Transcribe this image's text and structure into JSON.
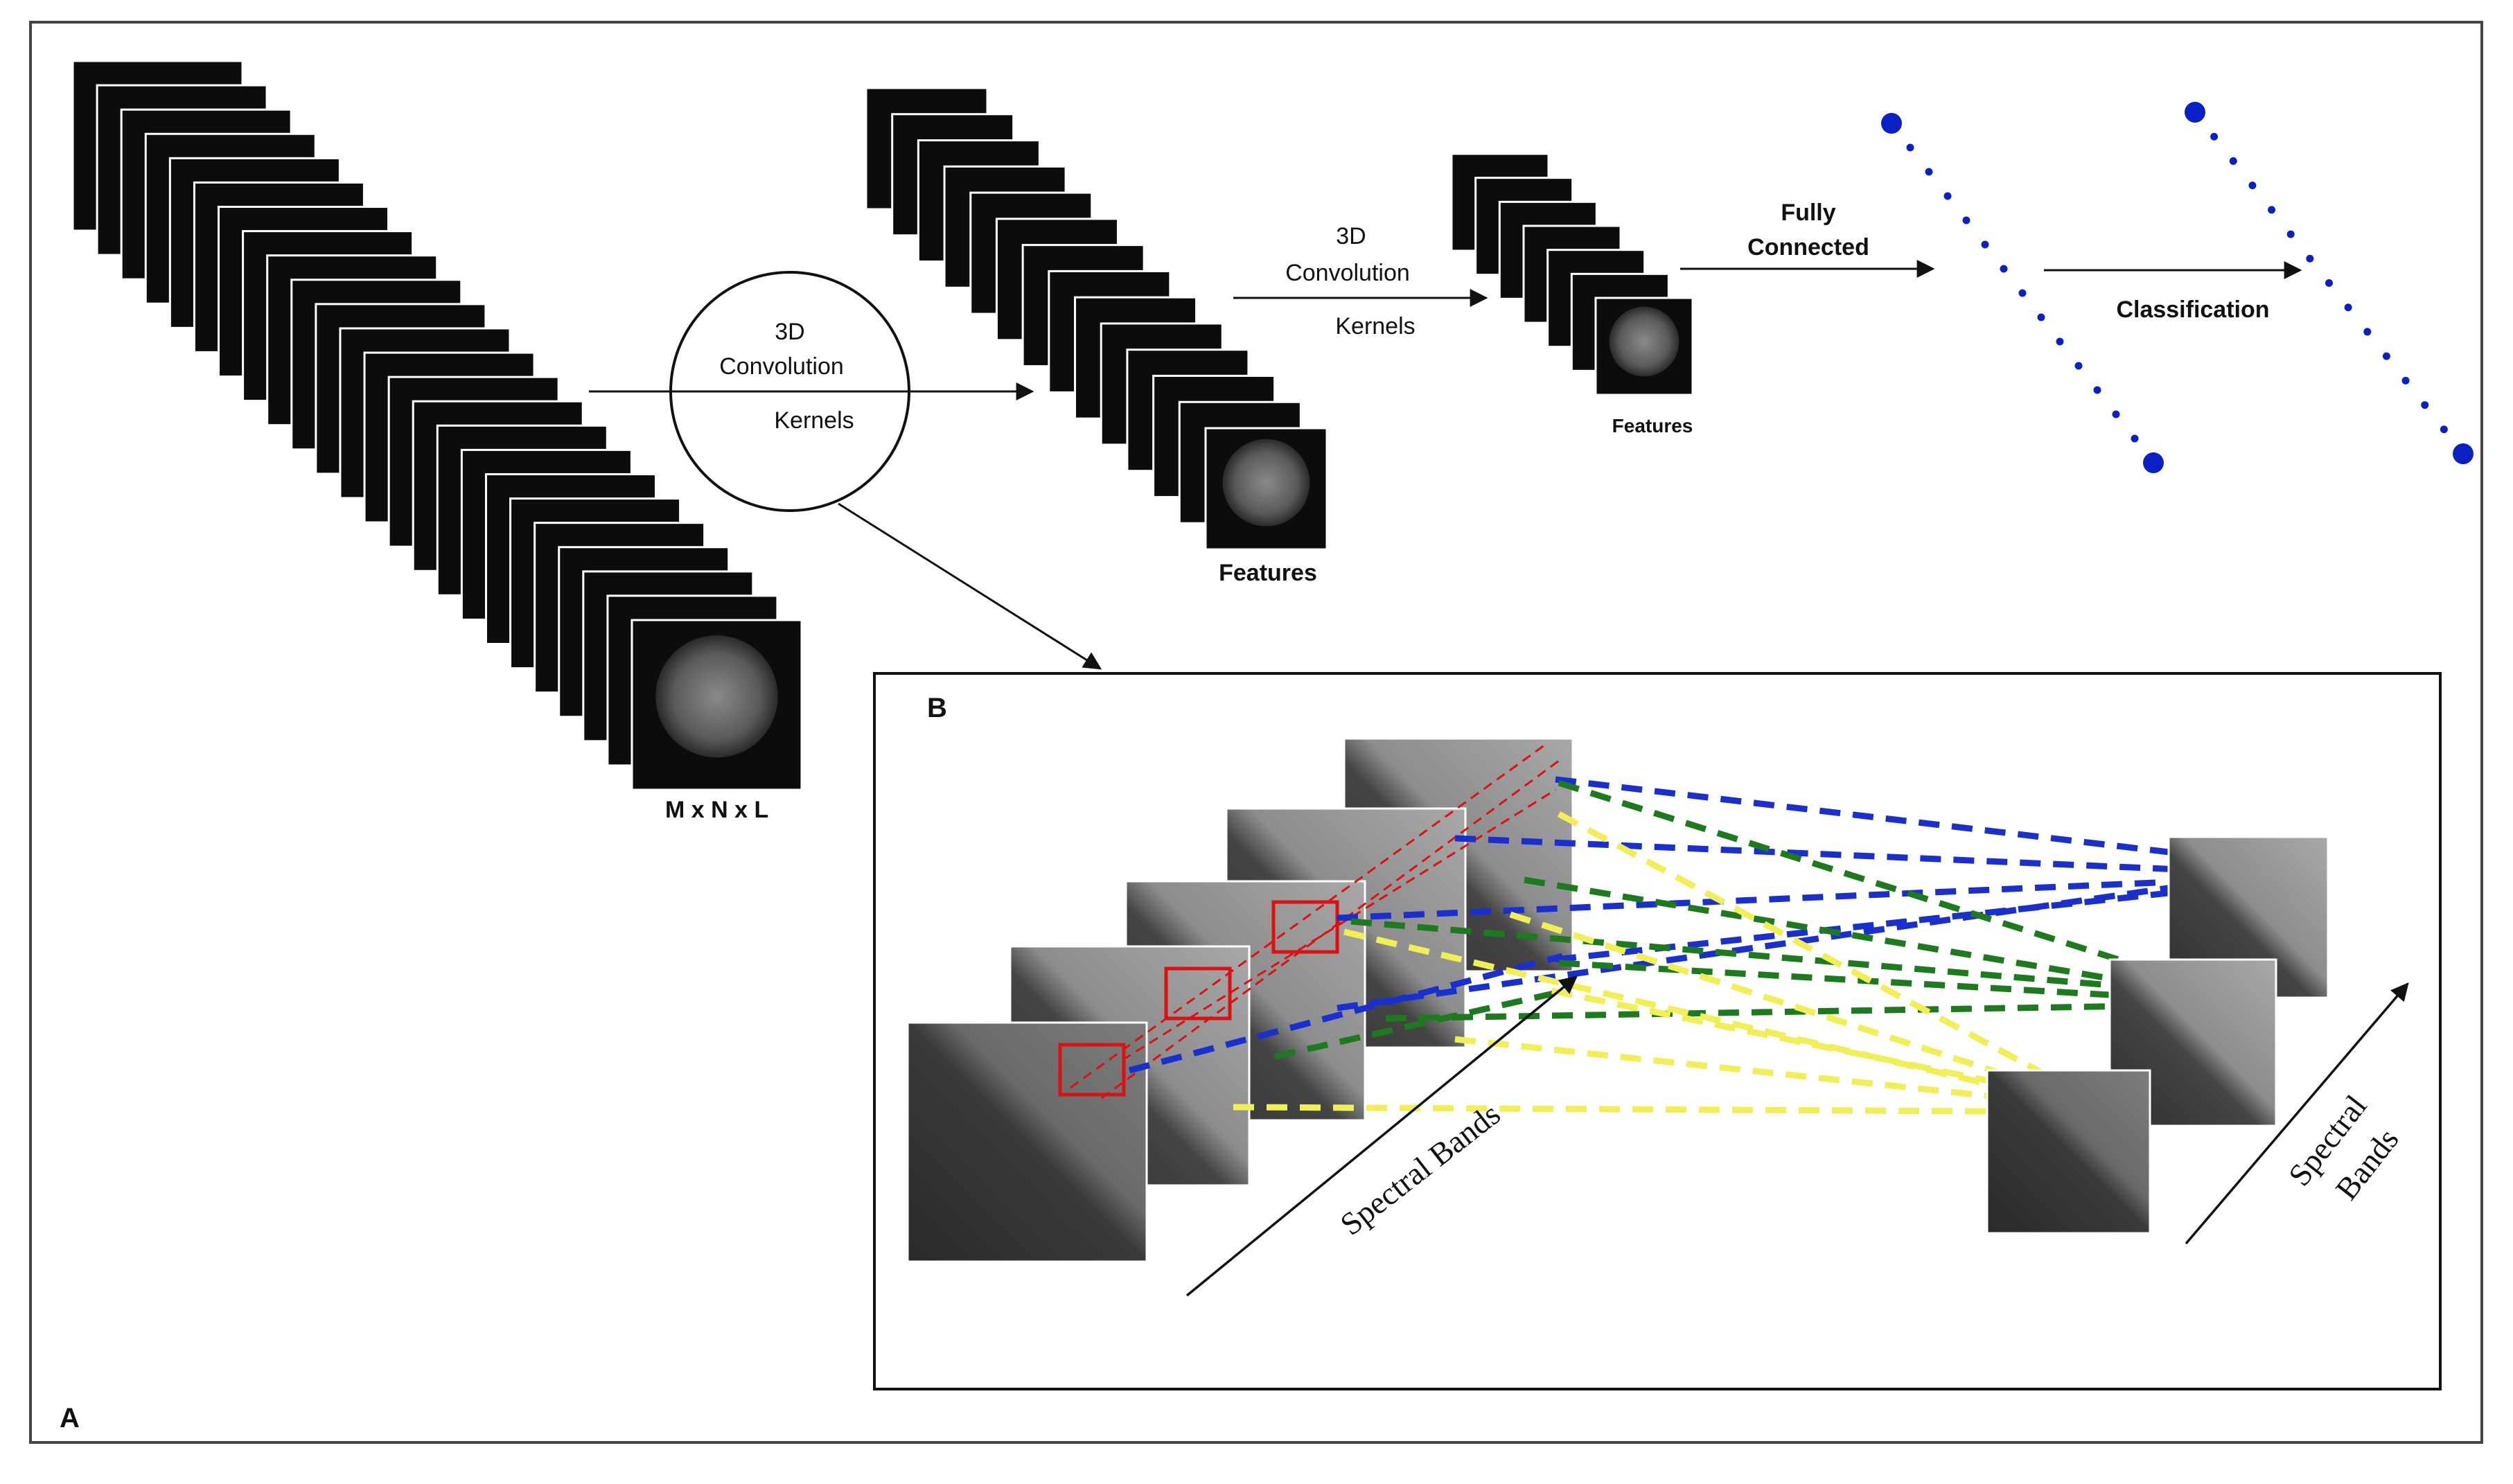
{
  "panel_a_label": "A",
  "panel_b_label": "B",
  "input_label": "M x N x L",
  "conv1": {
    "line1": "3D",
    "line2": "Convolution",
    "line3": "Kernels"
  },
  "features1_label": "Features",
  "conv2": {
    "line1": "3D",
    "line2": "Convolution",
    "line3": "Kernels"
  },
  "features2_label": "Features",
  "fc": {
    "line1": "Fully",
    "line2": "Connected"
  },
  "classification_label": "Classification",
  "spectral_bands_left": "Spectral Bands",
  "spectral_bands_right_line1": "Spectral",
  "spectral_bands_right_line2": "Bands",
  "colors": {
    "frame": "#444444",
    "node_blue": "#0a1fc4",
    "kernel_red": "#dd1111",
    "line_blue": "#1a2fd0",
    "line_green": "#1e7a1e",
    "line_yellow": "#f2ee55"
  }
}
